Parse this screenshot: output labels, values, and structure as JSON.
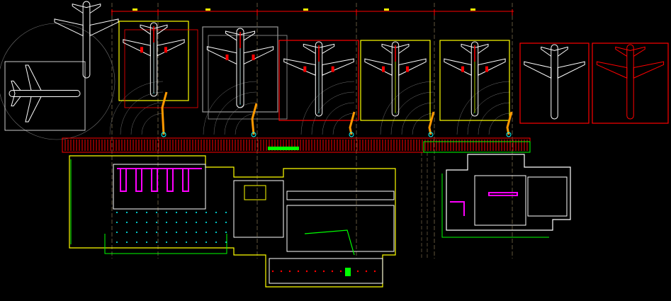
{
  "drawing": {
    "type": "airport-terminal-cad-plan",
    "colors": {
      "background": "#000000",
      "dimension_line": "#ff0000",
      "dimension_label": "#ffff00",
      "grid_line": "#8a7a55",
      "aircraft_white": "#ffffff",
      "aircraft_red": "#ff0000",
      "stand_yellow": "#ffff00",
      "stand_red": "#ff0000",
      "stand_grey": "#9a9a9a",
      "pier": "#ff0000",
      "pier_green": "#00ff00",
      "wall_white": "#ffffff",
      "wall_green": "#00ff00",
      "wall_magenta": "#ff00ff",
      "wall_yellow": "#ffff00",
      "arc_grey": "#707070",
      "cyan": "#00ffff"
    },
    "stands": [
      {
        "box": "yellow",
        "plane": "mixed"
      },
      {
        "box": "grey",
        "plane": "mixed"
      },
      {
        "box": "red",
        "plane": "mixed"
      },
      {
        "box": "yellow",
        "plane": "mixed"
      },
      {
        "box": "yellow",
        "plane": "mixed"
      },
      {
        "box": "red",
        "plane": "white"
      },
      {
        "box": "red",
        "plane": "red"
      }
    ]
  }
}
